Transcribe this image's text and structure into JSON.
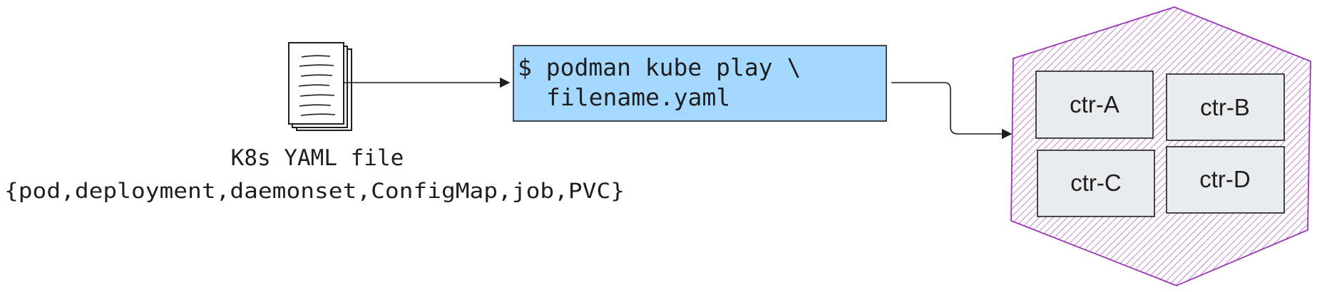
{
  "source": {
    "icon": "yaml-document-stack-icon",
    "label_line1": "K8s YAML file",
    "label_line2": "{pod,deployment,daemonset,ConfigMap,job,PVC}"
  },
  "command": {
    "line1": "$ podman kube play \\",
    "line2": "filename.yaml",
    "fill": "#a5d8ff",
    "stroke": "#1e1e1e"
  },
  "pod": {
    "fill": "#9c36b5",
    "containers": [
      "ctr-A",
      "ctr-B",
      "ctr-C",
      "ctr-D"
    ],
    "container_fill": "#e9ecef",
    "container_stroke": "#1e1e1e"
  },
  "arrows": {
    "stroke": "#1e1e1e"
  }
}
